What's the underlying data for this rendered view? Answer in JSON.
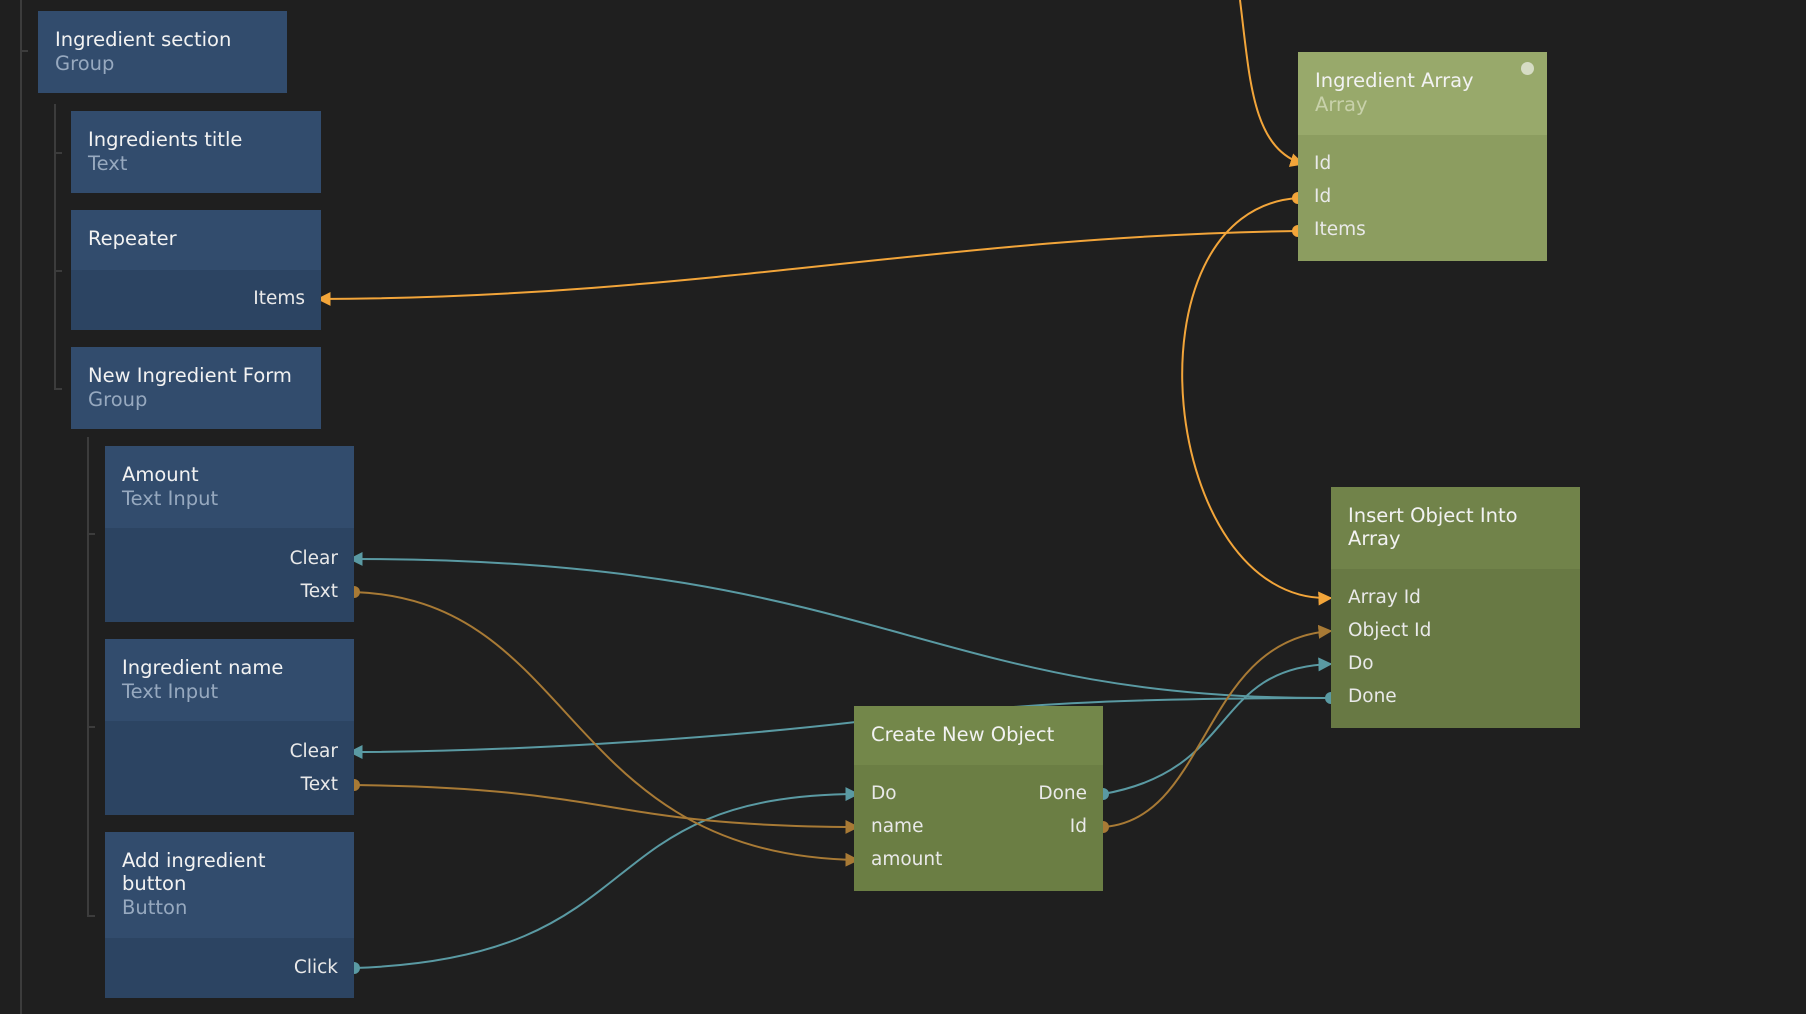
{
  "colors": {
    "background": "#1f1f1f",
    "wire_signal": "#5a9aa3",
    "wire_data": "#a87a35",
    "wire_array": "#f2a53a"
  },
  "nodes": {
    "ingredient_section": {
      "title": "Ingredient section",
      "type": "Group"
    },
    "ingredients_title": {
      "title": "Ingredients title",
      "type": "Text"
    },
    "repeater": {
      "title": "Repeater",
      "ports": {
        "items": "Items"
      }
    },
    "new_ingredient_form": {
      "title": "New Ingredient Form",
      "type": "Group"
    },
    "amount": {
      "title": "Amount",
      "type": "Text Input",
      "ports": {
        "clear": "Clear",
        "text": "Text"
      }
    },
    "ingredient_name": {
      "title": "Ingredient name",
      "type": "Text Input",
      "ports": {
        "clear": "Clear",
        "text": "Text"
      }
    },
    "add_button": {
      "title": "Add ingredient button",
      "type": "Button",
      "ports": {
        "click": "Click"
      }
    },
    "create_object": {
      "title": "Create New Object",
      "ports": {
        "do": "Do",
        "name": "name",
        "amount": "amount",
        "done": "Done",
        "id": "Id"
      }
    },
    "insert_object": {
      "title": "Insert Object Into Array",
      "ports": {
        "array_id": "Array Id",
        "object_id": "Object Id",
        "do": "Do",
        "done": "Done"
      }
    },
    "ingredient_array": {
      "title": "Ingredient Array",
      "type": "Array",
      "ports": {
        "id_in": "Id",
        "id_out": "Id",
        "items": "Items"
      }
    }
  }
}
